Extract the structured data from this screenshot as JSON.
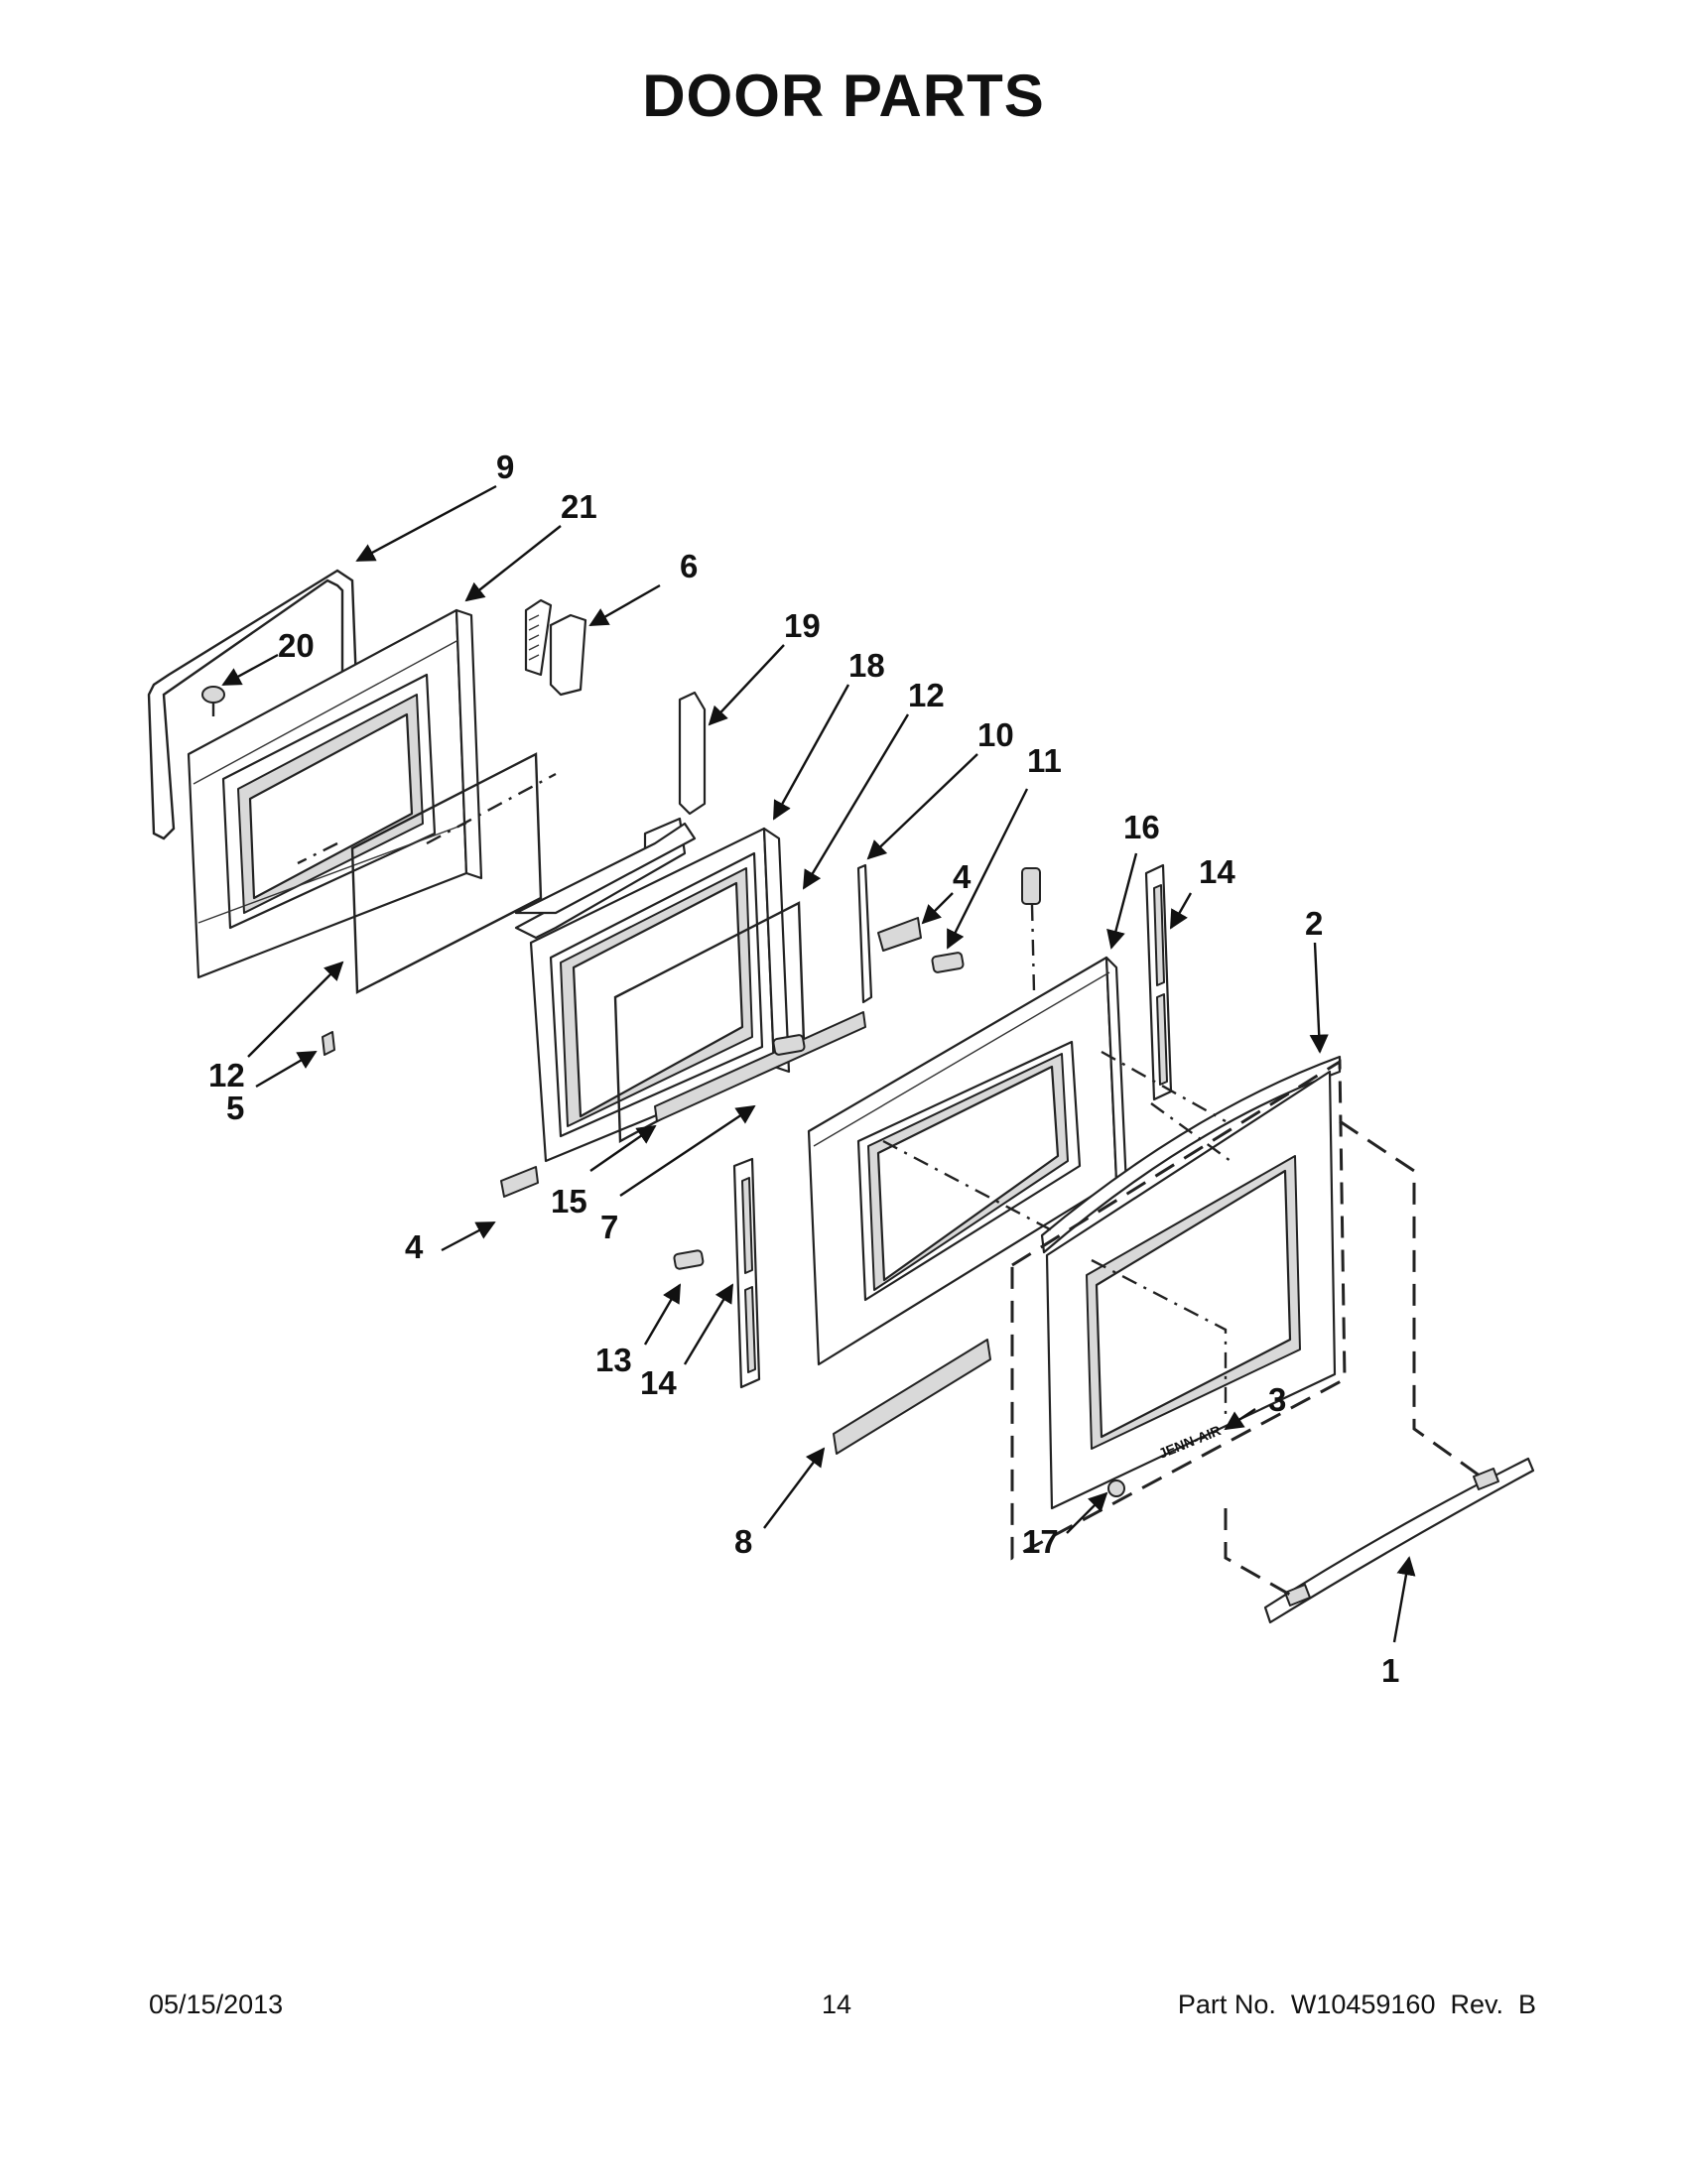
{
  "page": {
    "title": "DOOR PARTS",
    "footer": {
      "date": "05/15/2013",
      "page_number": "14",
      "part_number": "Part No.  W10459160  Rev.  B"
    }
  },
  "diagram": {
    "logo_text": "JENN-AIR",
    "callouts": [
      "9",
      "21",
      "6",
      "20",
      "19",
      "18",
      "12",
      "10",
      "11",
      "4",
      "16",
      "14",
      "2",
      "12",
      "5",
      "15",
      "7",
      "4",
      "13",
      "14",
      "3",
      "8",
      "17",
      "1"
    ]
  }
}
